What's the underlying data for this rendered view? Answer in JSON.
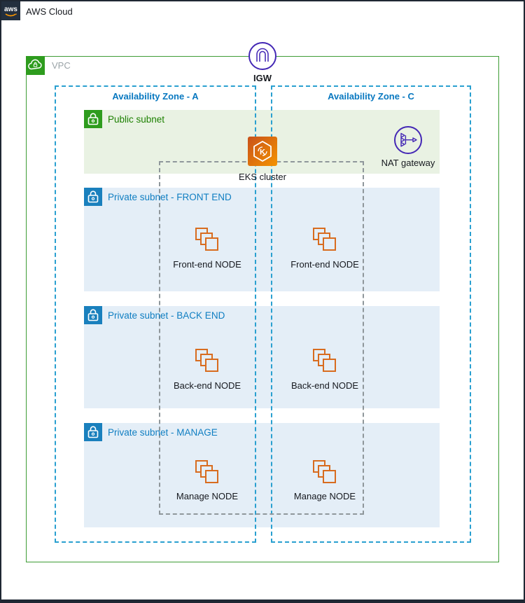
{
  "header": {
    "logo_text": "aws",
    "title": "AWS Cloud"
  },
  "vpc": {
    "label": "VPC"
  },
  "igw": {
    "label": "IGW"
  },
  "availability_zones": [
    {
      "label": "Availability Zone - A"
    },
    {
      "label": "Availability Zone - C"
    }
  ],
  "public_subnet": {
    "label": "Public subnet",
    "eks_label": "EKS cluster",
    "nat_label": "NAT gateway"
  },
  "private_subnets": [
    {
      "label": "Private subnet - FRONT END",
      "nodes": [
        "Front-end NODE",
        "Front-end NODE"
      ]
    },
    {
      "label": "Private subnet - BACK END",
      "nodes": [
        "Back-end NODE",
        "Back-end NODE"
      ]
    },
    {
      "label": "Private subnet - MANAGE",
      "nodes": [
        "Manage NODE",
        "Manage NODE"
      ]
    }
  ],
  "colors": {
    "frame_dark": "#232f3e",
    "vpc_green": "#3e9c35",
    "icon_green": "#2e9c1e",
    "icon_blue": "#1a80bd",
    "az_dash_blue": "#2aa0d0",
    "az_label_blue": "#0878c0",
    "subnet_label_green": "#1d8102",
    "subnet_label_blue": "#0f7ec2",
    "public_subnet_bg": "#e9f2e3",
    "private_subnet_bg": "#e4eef7",
    "eks_dash_gray": "#8f979b",
    "eks_orange_start": "#c8511b",
    "eks_orange_end": "#f49300",
    "node_orange": "#d86c1f",
    "gateway_purple": "#4428b5",
    "aws_smile_orange": "#ff9900"
  }
}
